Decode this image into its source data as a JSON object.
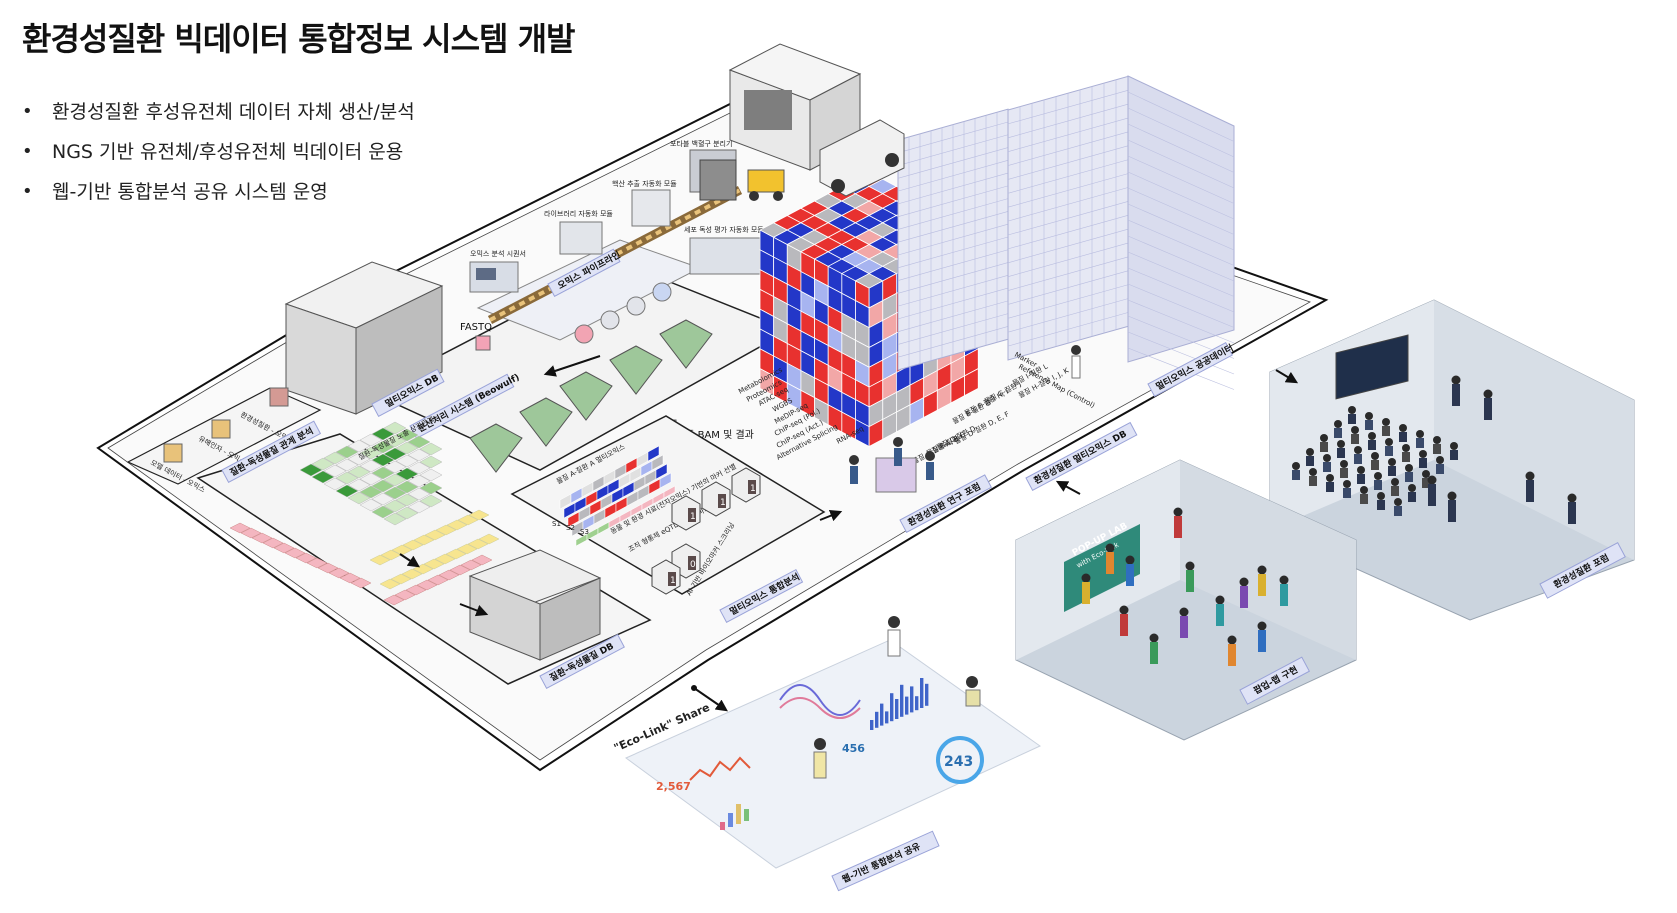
{
  "title": "환경성질환 빅데이터 통합정보 시스템 개발",
  "bullets": [
    "환경성질환 후성유전체 데이터 자체 생산/분석",
    "NGS 기반 유전체/후성유전체 빅데이터 운용",
    "웹-기반 통합분석 공유 시스템 운영"
  ],
  "pipeline": {
    "title": "오믹스 파이프라인",
    "devices": [
      "포타블 백혈구 분리기",
      "핵산 추출 자동화 모듈",
      "라이브러리 자동화 모듈",
      "세포 독성 평가 자동화 모듈",
      "오믹스 분석 시퀀서"
    ],
    "fastq": "FASTQ",
    "bam": "표준 BAM 및 결과",
    "processing": "분산처리 시스템 (Beowulf)"
  },
  "multiomics_db": "멀티오믹스 DB",
  "disease_omics": [
    "환경성질환 - 오믹스",
    "유해인자 - 오믹스",
    "모델 데이터 - 오믹스"
  ],
  "relation": {
    "title": "질환-독성물질 관계 분석",
    "matrix_label": "질환-독성물질 노출 상관관계",
    "db": "질환-독성물질 DB"
  },
  "integration": {
    "title": "멀티오믹스 통합분석",
    "heatmap_label": "물질 A-질환 A 멀티오믹스",
    "samples": [
      "S1",
      "S2",
      "S3"
    ],
    "steps": [
      "동물 및 환경 시료(전자오믹스) 기반의 마커 선별",
      "조직 형통제 eQTL 기반의 마커 선별",
      "AI 기반 바이오마커 스크리닝"
    ],
    "marker_values": [
      "1",
      "1",
      "1",
      "0",
      "1"
    ]
  },
  "cube": {
    "row_labels": [
      "Metabolomics",
      "Proteomics",
      "ATAC-seq",
      "WGBS",
      "MeDIP-seq",
      "ChIP-seq (Pol.)",
      "ChIP-seq (Act.)",
      "Alternative Splicing",
      "RNA-seq"
    ],
    "disease_labels": [
      "Reference Map (Control)",
      "물질 I-질환 L",
      "물질 H-질환 I, J, K",
      "물질 G-질환 J",
      "물질 F-질환 H, I",
      "물질 E-질환 G",
      "물질 D-질환 D, E, F",
      "물질 C-질환 D",
      "물질 B-질환 C",
      "물질 A-질환 A, B"
    ],
    "marker": "Marker"
  },
  "tags": {
    "research_forum": "환경성질환 연구 포럼",
    "multiomics_db2": "환경성질환 멀티오믹스 DB",
    "public_data": "멀티오믹스 공공데이터",
    "forum": "환경성질환 포럼",
    "popup": "팝업-랩 구현",
    "web_share": "웹-기반 통합분석 공유"
  },
  "popup_sign": "POP-UP LAB",
  "popup_sub": "with Eco-Link",
  "dashboard": {
    "brand": "\"Eco-Link\" Share",
    "big_number": "243",
    "stat1": "2,567",
    "stat2": "456"
  },
  "colors": {
    "red": "#e8312f",
    "blue": "#2337c8",
    "grey": "#b9b9bd",
    "green": "#9fd08f",
    "pink": "#f4b6c0",
    "yellow": "#f7e58f"
  }
}
